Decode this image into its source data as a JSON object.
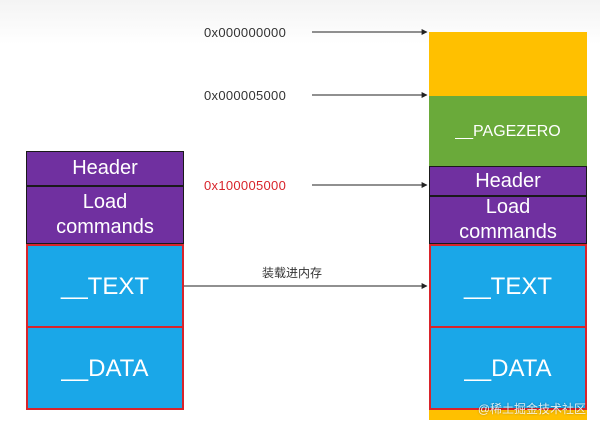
{
  "left_image": {
    "blocks": [
      {
        "label": "Header"
      },
      {
        "label": "Load\ncommands"
      },
      {
        "label": "__TEXT"
      },
      {
        "label": "__DATA"
      }
    ]
  },
  "right_image": {
    "blocks": [
      {
        "label": ""
      },
      {
        "label": "__PAGEZERO"
      },
      {
        "label": "Header"
      },
      {
        "label": "Load\ncommands"
      },
      {
        "label": "__TEXT"
      },
      {
        "label": "__DATA"
      }
    ]
  },
  "addresses": [
    {
      "text": "0x000000000",
      "color": "#333333"
    },
    {
      "text": "0x000005000",
      "color": "#333333"
    },
    {
      "text": "0x100005000",
      "color": "#d8242b"
    }
  ],
  "arrow_label": "装载进内存",
  "watermark": "@稀土掘金技术社区",
  "colors": {
    "purple": "#7030a0",
    "blue": "#1aa7e8",
    "green": "#6aaa3a",
    "yellow": "#ffc000",
    "red_border": "#d8242b"
  }
}
